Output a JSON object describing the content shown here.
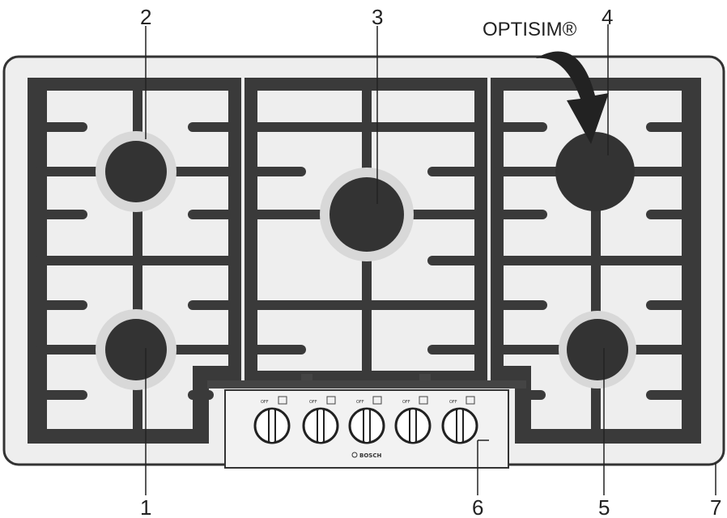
{
  "callouts": {
    "n1": "1",
    "n2": "2",
    "n3": "3",
    "n4": "4",
    "n5": "5",
    "n6": "6",
    "n7": "7"
  },
  "optisim_label": "OPTISIM®",
  "brand_label": "BOSCH",
  "knob_off_label": "OFF",
  "colors": {
    "grate": "#3a3a3a",
    "cooktop_surface": "#eeeeee",
    "burner_cap": "#333333",
    "control_panel": "#f2f2f2"
  }
}
